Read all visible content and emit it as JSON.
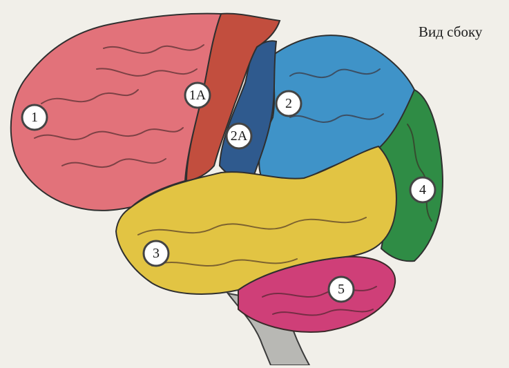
{
  "caption": "Вид сбоку",
  "regions": [
    {
      "key": "frontal",
      "color": "#e2727a"
    },
    {
      "key": "motor",
      "color": "#c24e3e"
    },
    {
      "key": "sensory-front",
      "color": "#2f5a8e"
    },
    {
      "key": "parietal",
      "color": "#3f93c8"
    },
    {
      "key": "occipital",
      "color": "#2f8c45"
    },
    {
      "key": "temporal",
      "color": "#e2c443"
    },
    {
      "key": "cerebellum",
      "color": "#cf3f78"
    },
    {
      "key": "brainstem",
      "color": "#b8b8b4"
    }
  ],
  "markers": [
    {
      "label": "1"
    },
    {
      "label": "1А"
    },
    {
      "label": "2"
    },
    {
      "label": "2А"
    },
    {
      "label": "3"
    },
    {
      "label": "4"
    },
    {
      "label": "5"
    }
  ]
}
